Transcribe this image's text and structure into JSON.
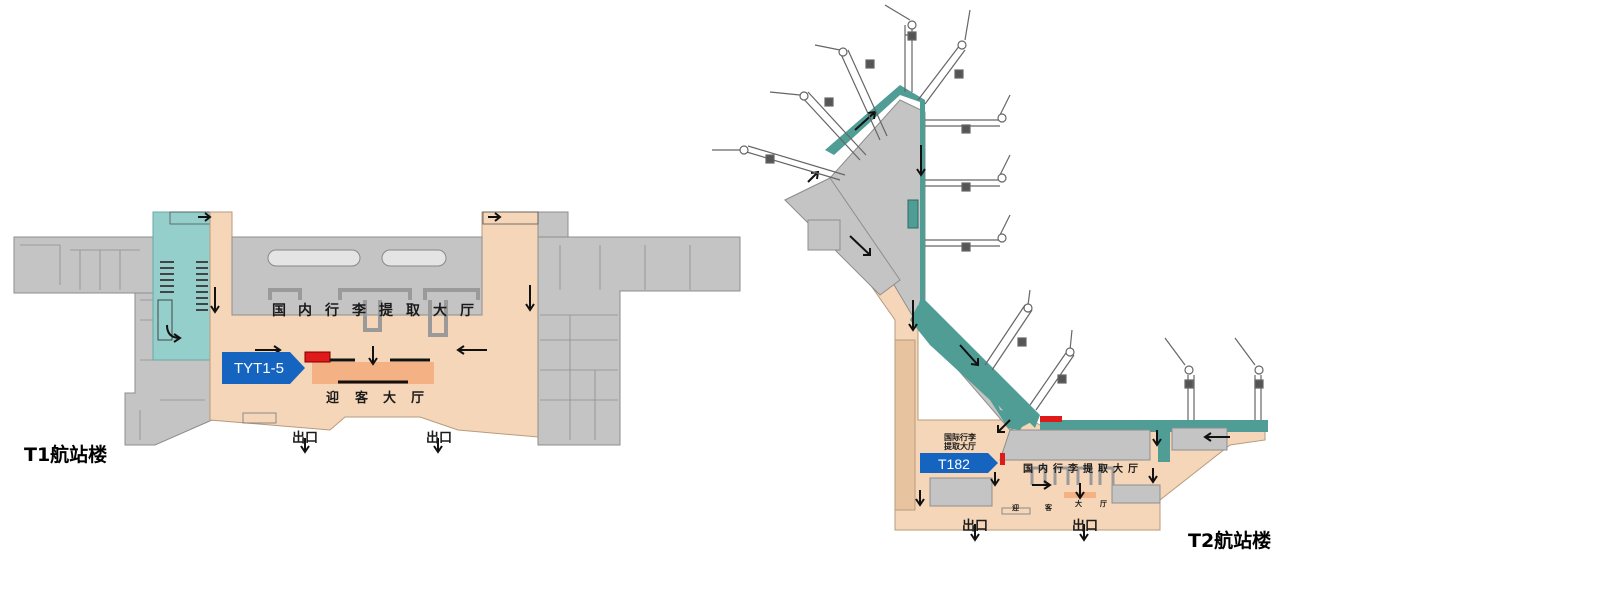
{
  "colors": {
    "peach": "#f5d6b8",
    "gray": "#c4c4c4",
    "teal": "#4f9d94",
    "lightTeal": "#94cfcb",
    "tagBlue": "#1565c0",
    "red": "#e0191b",
    "orangeBar": "#f3b184"
  },
  "t1": {
    "caption": "T1航站楼",
    "baggageHall": [
      "国",
      "内",
      "行",
      "李",
      "提",
      "取",
      "大",
      "厅"
    ],
    "arrivalsHall": [
      "迎",
      "客",
      "大",
      "厅"
    ],
    "tag": "TYT1-5",
    "exits": [
      "出口",
      "出口"
    ]
  },
  "t2": {
    "caption": "T2航站楼",
    "baggageHall": [
      "国",
      "内",
      "行",
      "李",
      "提",
      "取",
      "大",
      "厅"
    ],
    "arrivalsHall": [
      "迎",
      "客",
      "大",
      "厅"
    ],
    "intlLine1": "国际行李",
    "intlLine2": "提取大厅",
    "tag": "T182",
    "exits": [
      "出口",
      "出口"
    ]
  }
}
